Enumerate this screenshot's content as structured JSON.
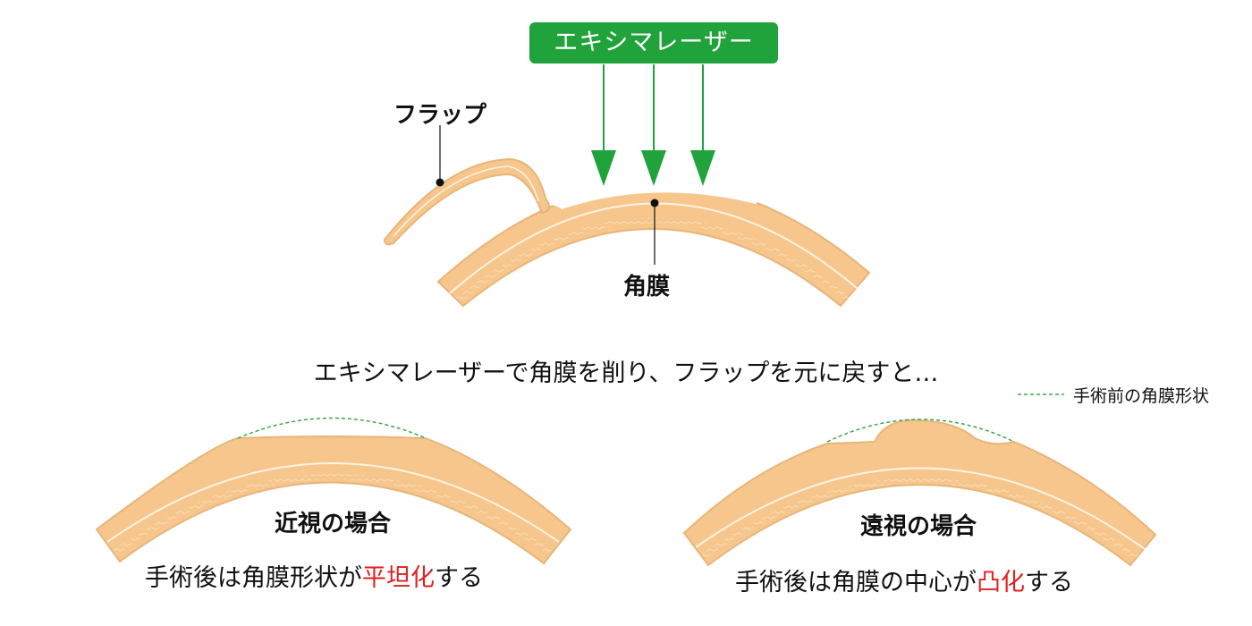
{
  "laser": {
    "label": "エキシマレーザー"
  },
  "top_diagram": {
    "flap_label": "フラップ",
    "cornea_label": "角膜"
  },
  "caption": "エキシマレーザーで角膜を削り、フラップを元に戻すと…",
  "legend": {
    "label": "手術前の角膜形状"
  },
  "myopia": {
    "title": "近視の場合",
    "result_before": "手術後は角膜形状が",
    "result_highlight": "平坦化",
    "result_after": "する"
  },
  "hyperopia": {
    "title": "遠視の場合",
    "result_before": "手術後は角膜の中心が",
    "result_highlight": "凸化",
    "result_after": "する"
  },
  "colors": {
    "cornea_fill": "#f6c68c",
    "cornea_stroke": "#e8b57a",
    "laser_green": "#20a33a",
    "dashed_outline": "#3aa84a",
    "highlight_red": "#e02020"
  },
  "icons": [
    "laser-arrow-icon",
    "pointer-dot-icon"
  ]
}
